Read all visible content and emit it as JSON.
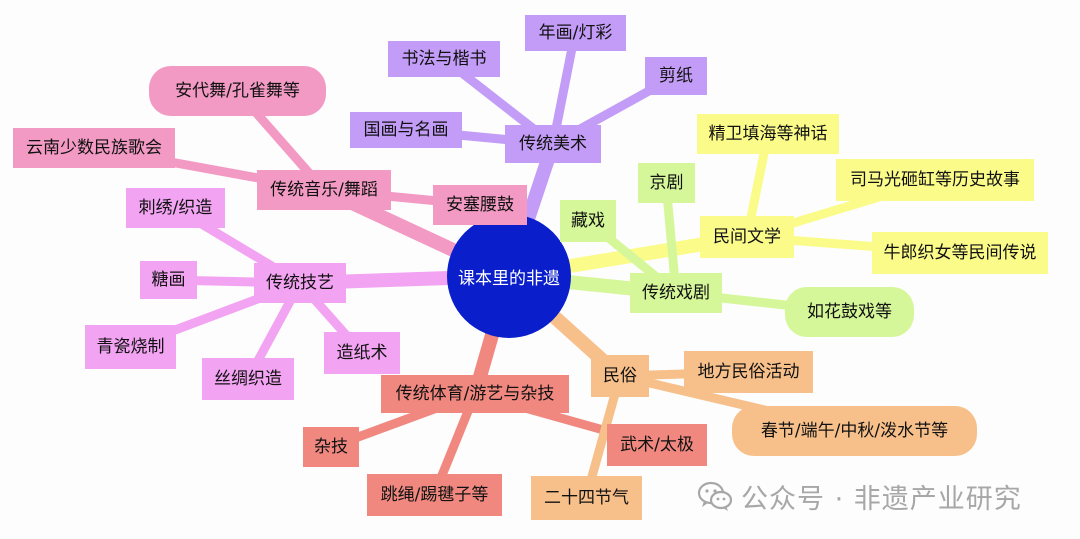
{
  "center": "课本里的非遗",
  "branches": {
    "art": {
      "label": "传统美术",
      "color": "#c29cf6",
      "children": [
        "书法与楷书",
        "年画/灯彩",
        "剪纸",
        "国画与名画"
      ]
    },
    "music": {
      "label": "传统音乐/舞蹈",
      "color": "#f29ac3",
      "children": [
        "安代舞/孔雀舞等",
        "云南少数民族歌会",
        "安塞腰鼓"
      ]
    },
    "craft": {
      "label": "传统技艺",
      "color": "#f2a3f2",
      "children": [
        "刺绣/织造",
        "糖画",
        "青瓷烧制",
        "丝绸织造",
        "造纸术"
      ]
    },
    "sport": {
      "label": "传统体育/游艺与杂技",
      "color": "#f08880",
      "children": [
        "杂技",
        "跳绳/踢毽子等",
        "武术/太极"
      ]
    },
    "custom": {
      "label": "民俗",
      "color": "#f7c08a",
      "children": [
        "地方民俗活动",
        "春节/端午/中秋/泼水节等",
        "二十四节气"
      ]
    },
    "opera": {
      "label": "传统戏剧",
      "color": "#d5f799",
      "children": [
        "藏戏",
        "京剧",
        "如花鼓戏等"
      ]
    },
    "literature": {
      "label": "民间文学",
      "color": "#fbfb8a",
      "children": [
        "精卫填海等神话",
        "司马光砸缸等历史故事",
        "牛郎织女等民间传说"
      ]
    }
  },
  "watermark": "公众号 · 非遗产业研究",
  "watermark_icon": "wechat-icon"
}
